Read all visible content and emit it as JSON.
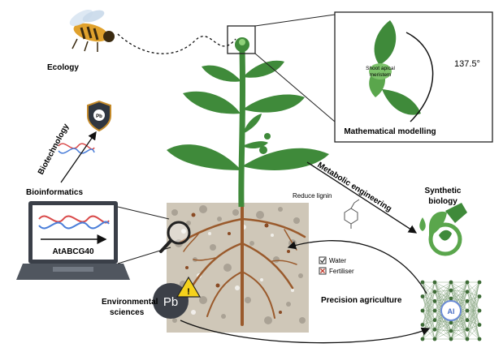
{
  "labels": {
    "ecology": "Ecology",
    "biotechnology": "Biotechnology",
    "bioinformatics": "Bioinformatics",
    "laptop_gene": "AtABCG40",
    "environmental_line1": "Environmental",
    "environmental_line2": "sciences",
    "pb": "Pb",
    "pb_small": "Pb",
    "mathematical_modelling": "Mathematical modelling",
    "shoot_apical_line1": "Shoot apical",
    "shoot_apical_line2": "meristem",
    "angle": "137.5°",
    "metabolic_engineering": "Metabolic engineering",
    "reduce_lignin": "Reduce lignin",
    "synthetic_line1": "Synthetic",
    "synthetic_line2": "biology",
    "water": "Water",
    "fertiliser": "Fertiliser",
    "precision_agriculture": "Precision agriculture",
    "ai": "AI"
  },
  "colors": {
    "leaf": "#3f8a3a",
    "leaf_dark": "#2f6b2c",
    "soil": "#c8bfae",
    "root": "#9a5a2c",
    "network_node": "#3d6b36",
    "warning": "#f5d21c"
  }
}
